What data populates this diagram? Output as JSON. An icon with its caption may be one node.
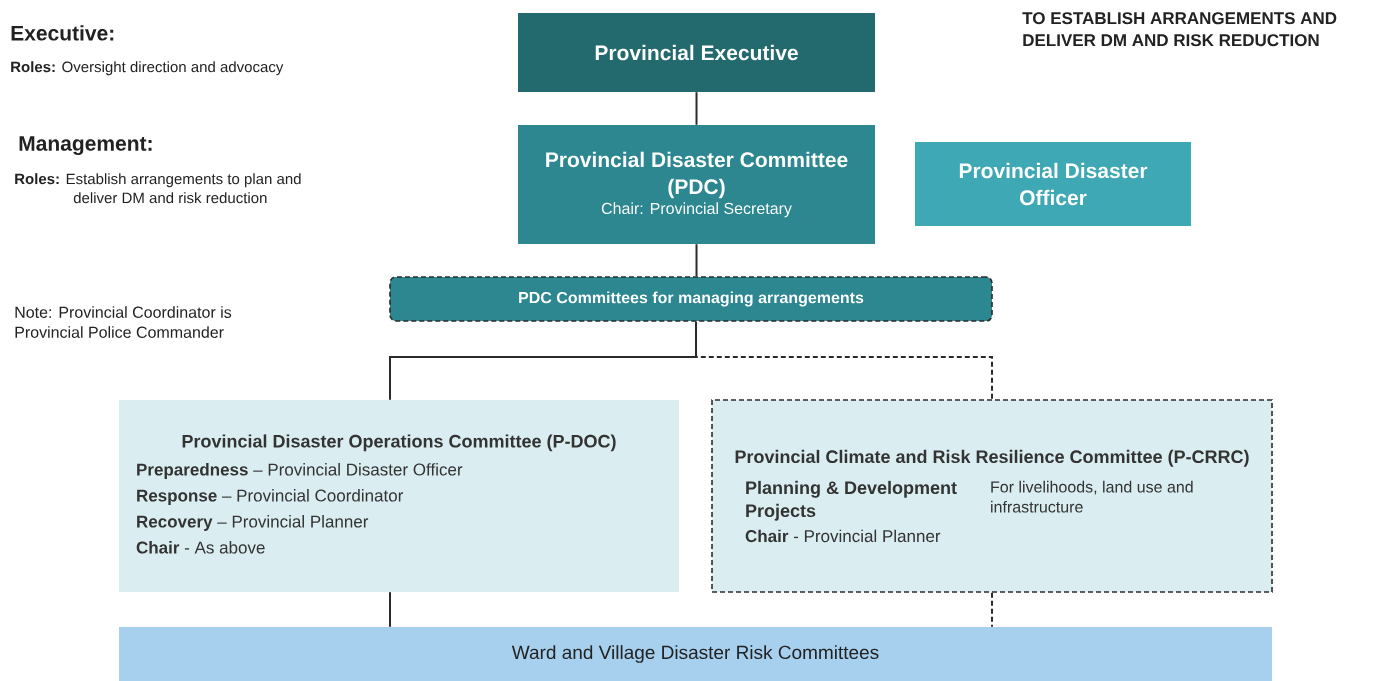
{
  "diagram": {
    "nodes": [
      {
        "text": [
          "Provincial Executive"
        ]
      },
      {
        "text": [
          "Provincial Disaster Committee (PDC)",
          "Chair: Provincial Secretary"
        ]
      },
      {
        "text": [
          "Provincial Disaster Officer"
        ]
      },
      {
        "text": [
          "PDC Committees for managing arrangements"
        ]
      },
      {
        "text": [
          "Provincial Disaster Operations Committee (P-DOC)",
          "**Preparedness** – Provincial Disaster Officer",
          "**Response** – Provincial Coordinator",
          "**Recovery** – Provincial Planner",
          "**Chair** - As above"
        ]
      },
      {
        "text": [
          "Provincial Climate and Risk Resilience Committee (P-CRRC)",
          "Planning & Development Projects",
          "For livelihoods, land use and infrastructure",
          "**Chair** - Provincial Planner"
        ]
      },
      {
        "text": [
          "Ward and Village Disaster Risk Committees"
        ]
      }
    ],
    "edges": [
      {
        "from": 0,
        "to": 1,
        "arrow": "none"
      },
      {
        "from": 1,
        "to": 3,
        "arrow": "none"
      },
      {
        "from": 3,
        "to": 4,
        "arrow": "none"
      },
      {
        "from": 3,
        "to": 5,
        "arrow": "none",
        "style": "dashed"
      },
      {
        "from": 4,
        "to": 6,
        "arrow": "none"
      },
      {
        "from": 5,
        "to": 6,
        "arrow": "none",
        "style": "dashed"
      }
    ],
    "labels": [
      "Executive:",
      "**Roles:** Oversight direction and advocacy",
      "Management:",
      "**Roles:** Establish arrangements to plan and deliver DM and risk reduction",
      "Note: Provincial Coordinator is Provincial Police Commander",
      "TO ESTABLISH ARRANGEMENTS AND DELIVER DM AND RISK REDUCTION"
    ]
  }
}
